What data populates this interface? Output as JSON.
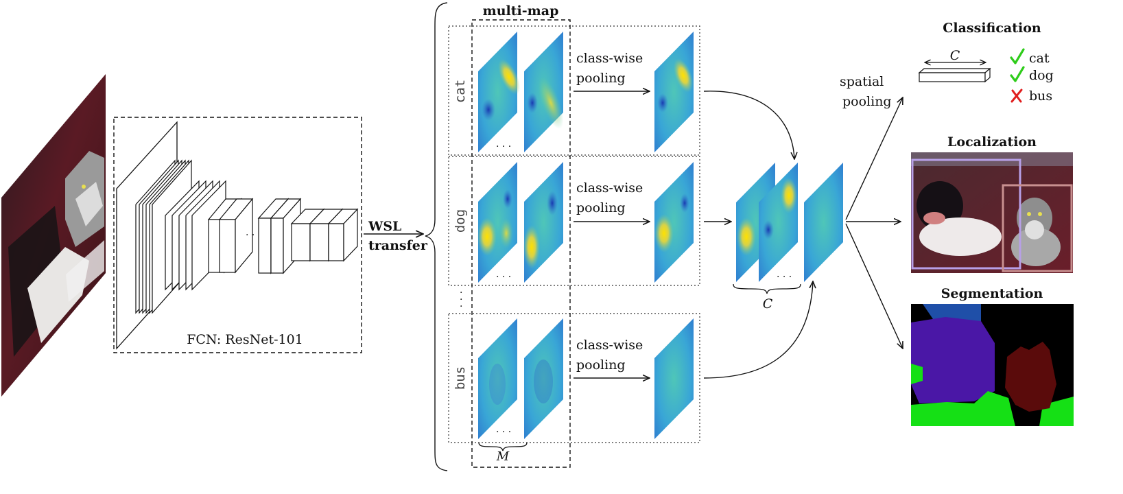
{
  "fcn_label": "FCN: ResNet-101",
  "wsl_label_1": "WSL",
  "wsl_label_2": "transfer",
  "multimap_label": "multi-map",
  "class_rows": [
    "cat",
    "dog",
    "bus"
  ],
  "pooling_label_1": "class-wise",
  "pooling_label_2": "pooling",
  "ellipsis": "· · ·",
  "m_label": "M",
  "c_label": "C",
  "spatial_pooling_1": "spatial",
  "spatial_pooling_2": "pooling",
  "tasks": {
    "classification": "Classification",
    "localization": "Localization",
    "segmentation": "Segmentation"
  },
  "classification_results": [
    {
      "label": "cat",
      "status": "present",
      "color": "#2ecc1a"
    },
    {
      "label": "dog",
      "status": "present",
      "color": "#2ecc1a"
    },
    {
      "label": "bus",
      "status": "absent",
      "color": "#e01e1e"
    }
  ],
  "colors": {
    "seg_purple": "#4a17a6",
    "seg_green": "#15e015",
    "seg_maroon": "#5a0b0b",
    "seg_blue": "#1f4fa8",
    "box_dog": "#b8a0e8",
    "box_cat": "#c89090"
  }
}
